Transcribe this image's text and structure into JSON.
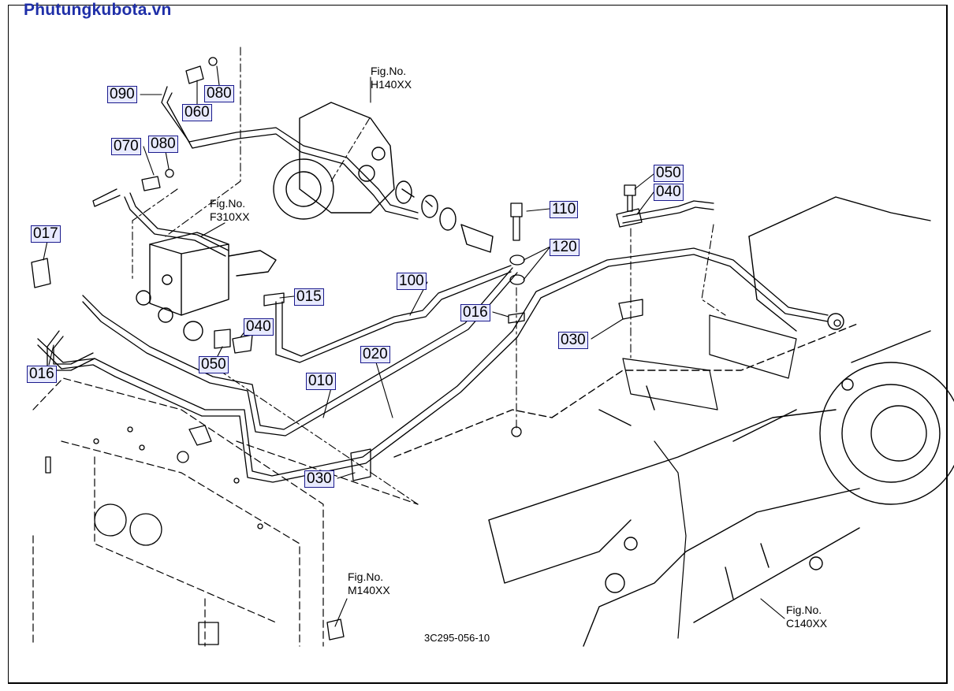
{
  "brand": "Phutungkubota.vn",
  "drawing_code": "3C295-056-10",
  "callouts": {
    "c090": "090",
    "c060": "060",
    "c080a": "080",
    "c070": "070",
    "c080b": "080",
    "c017": "017",
    "c016a": "016",
    "c015": "015",
    "c040a": "040",
    "c050a": "050",
    "c100": "100",
    "c016b": "016",
    "c020": "020",
    "c010": "010",
    "c030a": "030",
    "c030b": "030",
    "c110": "110",
    "c120": "120",
    "c050b": "050",
    "c040b": "040"
  },
  "figs": {
    "h140": {
      "l1": "Fig.No.",
      "l2": "H140XX"
    },
    "f310": {
      "l1": "Fig.No.",
      "l2": "F310XX"
    },
    "m140": {
      "l1": "Fig.No.",
      "l2": "M140XX"
    },
    "c140": {
      "l1": "Fig.No.",
      "l2": "C140XX"
    }
  },
  "colors": {
    "brand": "#1f2fa8",
    "callout_border": "#1a1a8c",
    "callout_fill": "#e8eaff"
  }
}
